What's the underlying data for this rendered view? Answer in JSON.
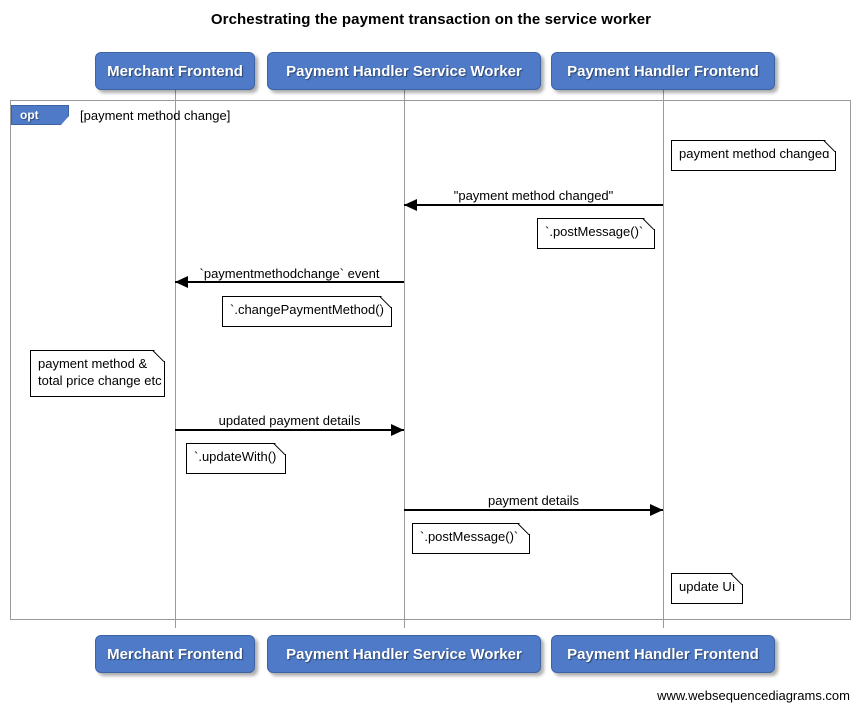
{
  "diagram": {
    "title": "Orchestrating the payment transaction on the service worker",
    "footer": "www.websequencediagrams.com",
    "type": "sequence-diagram",
    "colors": {
      "participant_fill": "#4E7AC7",
      "participant_border": "#3C63A4",
      "participant_text": "#FFFFFF",
      "lifeline": "#9A9A9A",
      "frame_border": "#9A9A9A",
      "note_fill": "#FFFFFF",
      "note_border": "#000000",
      "arrow": "#000000",
      "background": "#FFFFFF"
    }
  },
  "participants": [
    {
      "id": "merchant-frontend",
      "label": "Merchant Frontend"
    },
    {
      "id": "payment-handler-service-worker",
      "label": "Payment Handler Service Worker"
    },
    {
      "id": "payment-handler-frontend",
      "label": "Payment Handler Frontend"
    }
  ],
  "fragment": {
    "tag": "opt",
    "condition": "[payment method change]"
  },
  "messages": [
    {
      "id": "msg-payment-method-changed",
      "label": "\"payment method changed\"",
      "from": "payment-handler-frontend",
      "to": "payment-handler-service-worker",
      "direction": "left"
    },
    {
      "id": "msg-paymentmethodchange-event",
      "label": "`paymentmethodchange` event",
      "from": "payment-handler-service-worker",
      "to": "merchant-frontend",
      "direction": "left"
    },
    {
      "id": "msg-updated-payment-details",
      "label": "updated payment details",
      "from": "merchant-frontend",
      "to": "payment-handler-service-worker",
      "direction": "right"
    },
    {
      "id": "msg-payment-details",
      "label": "payment details",
      "from": "payment-handler-service-worker",
      "to": "payment-handler-frontend",
      "direction": "right"
    }
  ],
  "notes": [
    {
      "id": "note-payment-method-changed",
      "text": "payment method changed",
      "over": "payment-handler-frontend"
    },
    {
      "id": "note-post-message-1",
      "text": "`.postMessage()`",
      "over": "payment-handler-frontend"
    },
    {
      "id": "note-change-payment-method",
      "text": "`.changePaymentMethod()`",
      "over": "payment-handler-service-worker"
    },
    {
      "id": "note-price-change",
      "text": "payment method &\ntotal price change etc",
      "over": "merchant-frontend"
    },
    {
      "id": "note-update-with",
      "text": "`.updateWith()`",
      "over": "merchant-frontend"
    },
    {
      "id": "note-post-message-2",
      "text": "`.postMessage()`",
      "over": "payment-handler-service-worker"
    },
    {
      "id": "note-update-ui",
      "text": "update UI",
      "over": "payment-handler-frontend"
    }
  ]
}
